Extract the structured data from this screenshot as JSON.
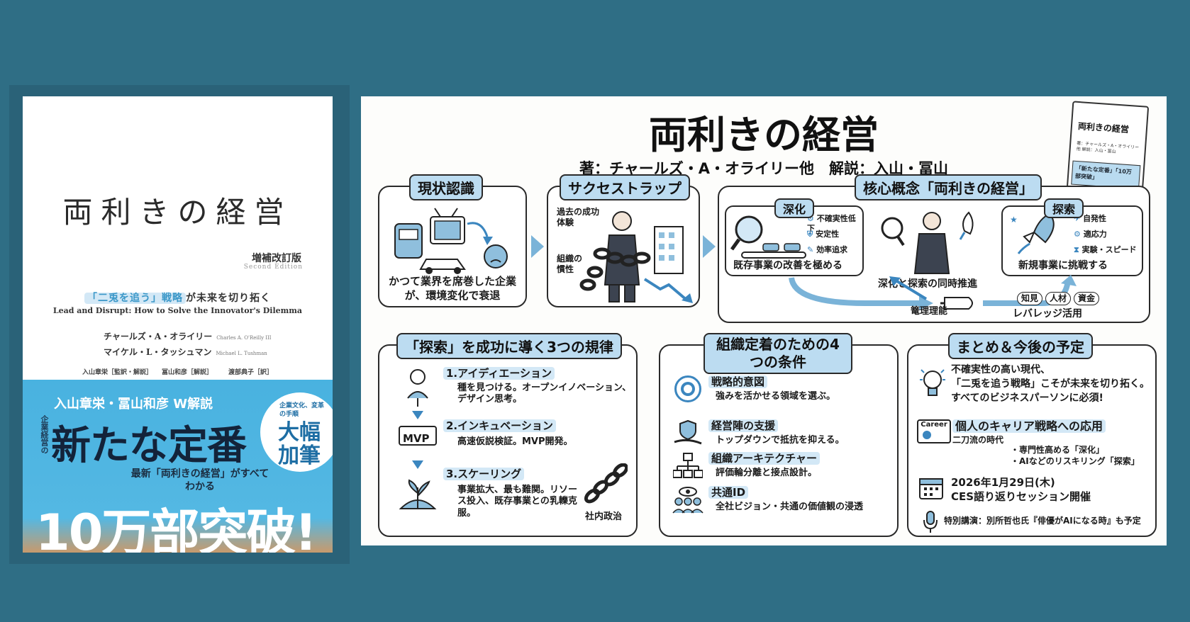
{
  "cover": {
    "title": "両利きの経営",
    "edition": "増補改訂版",
    "edition_en": "Second Edition",
    "tagline_hl": "「二兎を追う」戦略",
    "tagline_rest": "が未来を切り拓く",
    "english_title": "Lead and Disrupt: How to Solve the Innovator's Dilemma",
    "author1": "チャールズ・A・オライリー",
    "author1_en": "Charles A. O'Reilly III",
    "author2": "マイケル・L・タッシュマン",
    "author2_en": "Michael L. Tushman",
    "translator1": "入山章栄［監訳・解説］",
    "translator2": "冨山和彦［解説］",
    "translator3": "渡部典子［訳］",
    "w_commentary": "入山章栄・冨山和彦 W解説",
    "side_text": "企業経営の",
    "standard": "新たな定番",
    "badge_small": "企業文化、変革の手順",
    "badge_big": "大幅加筆",
    "latest": "最新「両利きの経営」がすべてわかる",
    "million": "10万部突破!"
  },
  "info": {
    "title": "両利きの経営",
    "subtitle": "著：チャールズ・A・オライリー他　解説：入山・冨山",
    "book": {
      "title": "両利きの経営",
      "sub": "著：チャールズ・A・オライリー他 解説：入山・冨山",
      "band": "「新たな定番」「10万部突破」"
    },
    "p1": {
      "title": "現状認識",
      "caption": "かつて業界を席巻した企業が、環境変化で衰退"
    },
    "p2": {
      "title": "サクセストラップ",
      "past": "過去の成功体験",
      "inertia": "組織の慣性"
    },
    "p3": {
      "title": "核心概念「両利きの経営」",
      "deep": "深化",
      "deep_items": [
        "不確実性低下",
        "安定性",
        "効率追求"
      ],
      "deep_caption": "既存事業の改善を極める",
      "center": "深化と探索の同時推進",
      "explore": "探索",
      "explore_items": [
        "自発性",
        "適応力",
        "実験・スピード"
      ],
      "explore_caption": "新規事業に挑戦する",
      "manage": "篭理理能",
      "assets": [
        "知見",
        "人材",
        "資金"
      ],
      "leverage": "レバレッジ活用"
    },
    "p4": {
      "title": "「探索」を成功に導く3つの規律",
      "s1": "1.アイディエーション",
      "s1d": "種を見つける。オープンイノベーション、デザイン思考。",
      "s2": "2.インキュベーション",
      "s2d": "高速仮説検証。MVP開発。",
      "mvp": "MVP",
      "s3": "3.スケーリング",
      "s3d": "事業拡大、最も難関。リソース投入、既存事業との乳轢克服。",
      "politics": "社内政治"
    },
    "p5": {
      "title": "組織定着のための4つの条件",
      "c1": "戦略的意図",
      "c1d": "強みを活かせる領域を選ぶ。",
      "c2": "経営陣の支援",
      "c2d": "トップダウンで抵抗を抑える。",
      "c3": "組織アーキテクチャー",
      "c3d": "評価輪分離と接点設計。",
      "c4": "共通ID",
      "c4d": "全社ビジョン・共通の価値観の浸透"
    },
    "p6": {
      "title": "まとめ＆今後の予定",
      "m1": "不確実性の高い現代、",
      "m2": "「二兎を追う戦略」こそが未来を切り拓く。",
      "m3": "すべてのビジネスパーソンに必須!",
      "career_badge": "Career",
      "career": "個人のキャリア戦略への応用",
      "career1": "二刀流の時代",
      "career2": "・専門性高める「深化」",
      "career3": "・AIなどのリスキリング「探索」",
      "date": "2026年1月29日(木)",
      "event": "CES語り返りセッション開催",
      "special": "特別講演：別所哲也氏『俳優がAIになる時』も予定"
    }
  }
}
